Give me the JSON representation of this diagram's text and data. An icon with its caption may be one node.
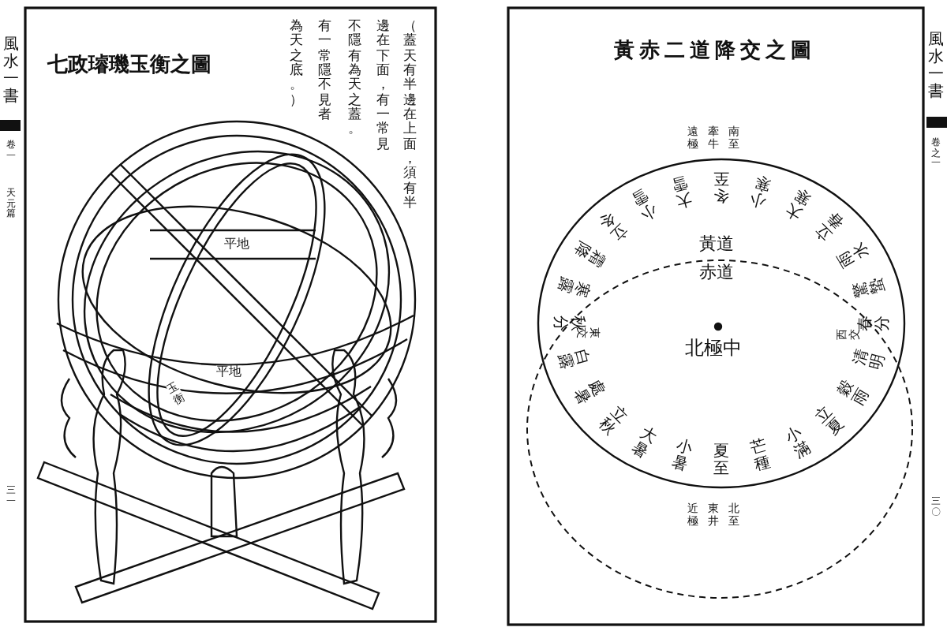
{
  "diagram": {
    "labels": [
      "風水一書",
      "卷一",
      "天元篇",
      "三一",
      "七政璿璣玉衡之圖",
      "（蓋天有半邊在上面，須有半",
      "邊在下面，有一常見",
      "不隱有為天之蓋。",
      "有一常隱不見者",
      "為天之底。）",
      "平地",
      "平地",
      "玉衡",
      "黃赤二道降交之圖",
      "南至牽牛遠極",
      "黃道",
      "赤道",
      "北極中",
      "東交",
      "西交",
      "夏至",
      "芒種",
      "小滿",
      "立夏",
      "穀雨",
      "清明",
      "春分",
      "驚蟄",
      "雨水",
      "立春",
      "大寒",
      "小寒",
      "冬至",
      "大雪",
      "小雪",
      "立冬",
      "霜降",
      "寒露",
      "秋分",
      "白露",
      "處暑",
      "立秋",
      "大暑",
      "小暑",
      "北至東井近極",
      "風水一書",
      "卷之一",
      "三〇"
    ]
  }
}
